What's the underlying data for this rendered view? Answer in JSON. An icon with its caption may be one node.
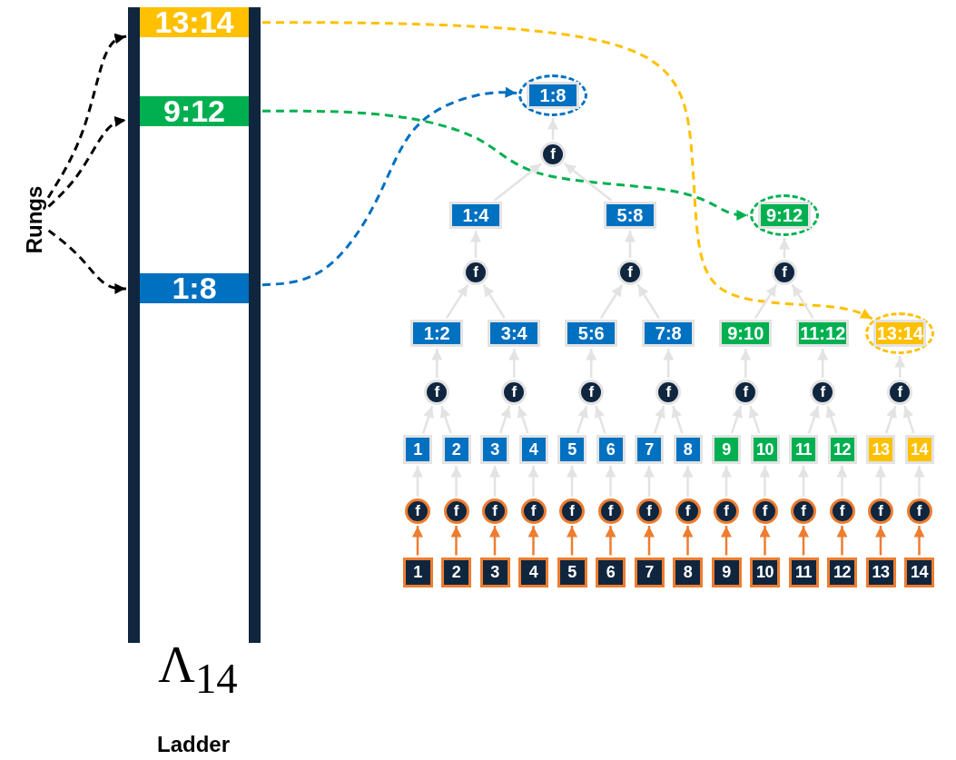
{
  "diagram": {
    "nodes": [
      {
        "text": [
          "Rungs"
        ]
      },
      {
        "text": [
          "13:14"
        ]
      },
      {
        "text": [
          "9:12"
        ]
      },
      {
        "text": [
          "1:8"
        ]
      },
      {
        "text": [
          "1:8"
        ]
      },
      {
        "text": [
          "f"
        ]
      },
      {
        "text": [
          "1:4"
        ]
      },
      {
        "text": [
          "5:8"
        ]
      },
      {
        "text": [
          "9:12"
        ]
      },
      {
        "text": [
          "f"
        ]
      },
      {
        "text": [
          "f"
        ]
      },
      {
        "text": [
          "f"
        ]
      },
      {
        "text": [
          "1:2"
        ]
      },
      {
        "text": [
          "3:4"
        ]
      },
      {
        "text": [
          "5:6"
        ]
      },
      {
        "text": [
          "7:8"
        ]
      },
      {
        "text": [
          "9:10"
        ]
      },
      {
        "text": [
          "11:12"
        ]
      },
      {
        "text": [
          "13:14"
        ]
      },
      {
        "text": [
          "f"
        ]
      },
      {
        "text": [
          "f"
        ]
      },
      {
        "text": [
          "f"
        ]
      },
      {
        "text": [
          "f"
        ]
      },
      {
        "text": [
          "f"
        ]
      },
      {
        "text": [
          "f"
        ]
      },
      {
        "text": [
          "f"
        ]
      },
      {
        "text": [
          "1"
        ]
      },
      {
        "text": [
          "2"
        ]
      },
      {
        "text": [
          "3"
        ]
      },
      {
        "text": [
          "4"
        ]
      },
      {
        "text": [
          "5"
        ]
      },
      {
        "text": [
          "6"
        ]
      },
      {
        "text": [
          "7"
        ]
      },
      {
        "text": [
          "8"
        ]
      },
      {
        "text": [
          "9"
        ]
      },
      {
        "text": [
          "10"
        ]
      },
      {
        "text": [
          "11"
        ]
      },
      {
        "text": [
          "12"
        ]
      },
      {
        "text": [
          "13"
        ]
      },
      {
        "text": [
          "14"
        ]
      },
      {
        "text": [
          "f"
        ]
      },
      {
        "text": [
          "f"
        ]
      },
      {
        "text": [
          "f"
        ]
      },
      {
        "text": [
          "f"
        ]
      },
      {
        "text": [
          "f"
        ]
      },
      {
        "text": [
          "f"
        ]
      },
      {
        "text": [
          "f"
        ]
      },
      {
        "text": [
          "f"
        ]
      },
      {
        "text": [
          "f"
        ]
      },
      {
        "text": [
          "f"
        ]
      },
      {
        "text": [
          "f"
        ]
      },
      {
        "text": [
          "f"
        ]
      },
      {
        "text": [
          "f"
        ]
      },
      {
        "text": [
          "f"
        ]
      },
      {
        "text": [
          "1"
        ]
      },
      {
        "text": [
          "2"
        ]
      },
      {
        "text": [
          "3"
        ]
      },
      {
        "text": [
          "4"
        ]
      },
      {
        "text": [
          "5"
        ]
      },
      {
        "text": [
          "6"
        ]
      },
      {
        "text": [
          "7"
        ]
      },
      {
        "text": [
          "8"
        ]
      },
      {
        "text": [
          "9"
        ]
      },
      {
        "text": [
          "10"
        ]
      },
      {
        "text": [
          "11"
        ]
      },
      {
        "text": [
          "12"
        ]
      },
      {
        "text": [
          "13"
        ]
      },
      {
        "text": [
          "14"
        ]
      }
    ],
    "edges": [
      {
        "from": 0,
        "to": 1,
        "arrow": "to",
        "style": "dashed",
        "color": "#000000"
      },
      {
        "from": 0,
        "to": 2,
        "arrow": "to",
        "style": "dashed",
        "color": "#000000"
      },
      {
        "from": 0,
        "to": 3,
        "arrow": "to",
        "style": "dashed",
        "color": "#000000"
      },
      {
        "from": 3,
        "to": 4,
        "arrow": "to",
        "style": "dashed",
        "color": "#0070c0"
      },
      {
        "from": 2,
        "to": 8,
        "arrow": "to",
        "style": "dashed",
        "color": "#00b050"
      },
      {
        "from": 1,
        "to": 18,
        "arrow": "to",
        "style": "dashed",
        "color": "#ffc000"
      },
      {
        "from": 54,
        "to": 40,
        "arrow": "to",
        "color": "#ed7d31"
      },
      {
        "from": 55,
        "to": 41,
        "arrow": "to",
        "color": "#ed7d31"
      },
      {
        "from": 56,
        "to": 42,
        "arrow": "to",
        "color": "#ed7d31"
      },
      {
        "from": 57,
        "to": 43,
        "arrow": "to",
        "color": "#ed7d31"
      },
      {
        "from": 58,
        "to": 44,
        "arrow": "to",
        "color": "#ed7d31"
      },
      {
        "from": 59,
        "to": 45,
        "arrow": "to",
        "color": "#ed7d31"
      },
      {
        "from": 60,
        "to": 46,
        "arrow": "to",
        "color": "#ed7d31"
      },
      {
        "from": 61,
        "to": 47,
        "arrow": "to",
        "color": "#ed7d31"
      },
      {
        "from": 62,
        "to": 48,
        "arrow": "to",
        "color": "#ed7d31"
      },
      {
        "from": 63,
        "to": 49,
        "arrow": "to",
        "color": "#ed7d31"
      },
      {
        "from": 64,
        "to": 50,
        "arrow": "to",
        "color": "#ed7d31"
      },
      {
        "from": 65,
        "to": 51,
        "arrow": "to",
        "color": "#ed7d31"
      },
      {
        "from": 66,
        "to": 52,
        "arrow": "to",
        "color": "#ed7d31"
      },
      {
        "from": 67,
        "to": 53,
        "arrow": "to",
        "color": "#ed7d31"
      },
      {
        "from": 40,
        "to": 26,
        "arrow": "to"
      },
      {
        "from": 41,
        "to": 27,
        "arrow": "to"
      },
      {
        "from": 42,
        "to": 28,
        "arrow": "to"
      },
      {
        "from": 43,
        "to": 29,
        "arrow": "to"
      },
      {
        "from": 44,
        "to": 30,
        "arrow": "to"
      },
      {
        "from": 45,
        "to": 31,
        "arrow": "to"
      },
      {
        "from": 46,
        "to": 32,
        "arrow": "to"
      },
      {
        "from": 47,
        "to": 33,
        "arrow": "to"
      },
      {
        "from": 48,
        "to": 34,
        "arrow": "to"
      },
      {
        "from": 49,
        "to": 35,
        "arrow": "to"
      },
      {
        "from": 50,
        "to": 36,
        "arrow": "to"
      },
      {
        "from": 51,
        "to": 37,
        "arrow": "to"
      },
      {
        "from": 52,
        "to": 38,
        "arrow": "to"
      },
      {
        "from": 53,
        "to": 39,
        "arrow": "to"
      },
      {
        "from": 26,
        "to": 19,
        "arrow": "to"
      },
      {
        "from": 27,
        "to": 19,
        "arrow": "to"
      },
      {
        "from": 28,
        "to": 20,
        "arrow": "to"
      },
      {
        "from": 29,
        "to": 20,
        "arrow": "to"
      },
      {
        "from": 30,
        "to": 21,
        "arrow": "to"
      },
      {
        "from": 31,
        "to": 21,
        "arrow": "to"
      },
      {
        "from": 32,
        "to": 22,
        "arrow": "to"
      },
      {
        "from": 33,
        "to": 22,
        "arrow": "to"
      },
      {
        "from": 34,
        "to": 23,
        "arrow": "to"
      },
      {
        "from": 35,
        "to": 23,
        "arrow": "to"
      },
      {
        "from": 36,
        "to": 24,
        "arrow": "to"
      },
      {
        "from": 37,
        "to": 24,
        "arrow": "to"
      },
      {
        "from": 38,
        "to": 25,
        "arrow": "to"
      },
      {
        "from": 39,
        "to": 25,
        "arrow": "to"
      },
      {
        "from": 19,
        "to": 12,
        "arrow": "to"
      },
      {
        "from": 20,
        "to": 13,
        "arrow": "to"
      },
      {
        "from": 21,
        "to": 14,
        "arrow": "to"
      },
      {
        "from": 22,
        "to": 15,
        "arrow": "to"
      },
      {
        "from": 23,
        "to": 16,
        "arrow": "to"
      },
      {
        "from": 24,
        "to": 17,
        "arrow": "to"
      },
      {
        "from": 25,
        "to": 18,
        "arrow": "to"
      },
      {
        "from": 12,
        "to": 9,
        "arrow": "to"
      },
      {
        "from": 13,
        "to": 9,
        "arrow": "to"
      },
      {
        "from": 14,
        "to": 10,
        "arrow": "to"
      },
      {
        "from": 15,
        "to": 10,
        "arrow": "to"
      },
      {
        "from": 16,
        "to": 11,
        "arrow": "to"
      },
      {
        "from": 17,
        "to": 11,
        "arrow": "to"
      },
      {
        "from": 9,
        "to": 6,
        "arrow": "to"
      },
      {
        "from": 10,
        "to": 7,
        "arrow": "to"
      },
      {
        "from": 11,
        "to": 8,
        "arrow": "to"
      },
      {
        "from": 6,
        "to": 5,
        "arrow": "to"
      },
      {
        "from": 7,
        "to": 5,
        "arrow": "to"
      },
      {
        "from": 5,
        "to": 4,
        "arrow": "to"
      }
    ],
    "labels": [
      "Λ$_{14}$",
      "Ladder"
    ]
  }
}
